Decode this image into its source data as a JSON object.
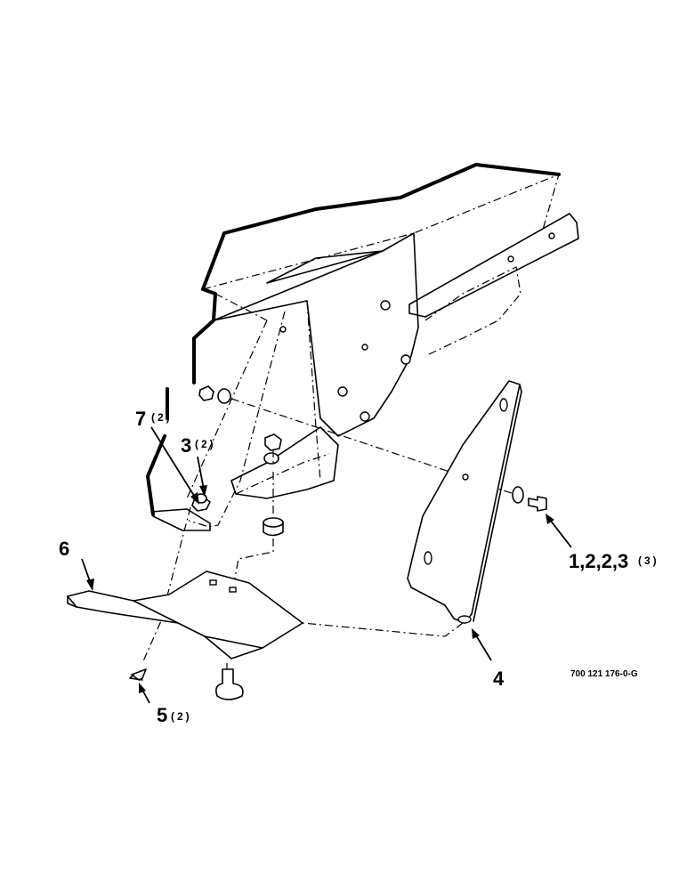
{
  "callouts": {
    "c7": {
      "num": "7",
      "qty": "(2)"
    },
    "c3": {
      "num": "3",
      "qty": "(2)"
    },
    "c6": {
      "num": "6"
    },
    "c5": {
      "num": "5",
      "qty": "(2)"
    },
    "c4": {
      "num": "4"
    },
    "c1": {
      "num": "1,2,2,3",
      "qty": "(3)"
    }
  },
  "drawing_number": "700 121 176-0-G",
  "colors": {
    "line": "#000000",
    "background": "#ffffff"
  }
}
